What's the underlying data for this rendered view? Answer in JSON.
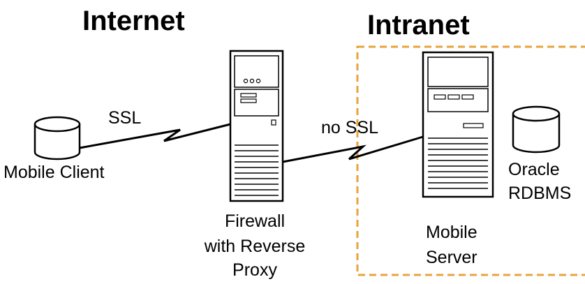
{
  "zones": {
    "internet_title": "Internet",
    "intranet_title": "Intranet"
  },
  "links": {
    "client_to_firewall": "SSL",
    "firewall_to_server": "no SSL"
  },
  "nodes": {
    "mobile_client": "Mobile Client",
    "firewall": [
      "Firewall",
      "with Reverse",
      "Proxy"
    ],
    "mobile_server": [
      "Mobile",
      "Server"
    ],
    "database": [
      "Oracle",
      "RDBMS"
    ]
  },
  "colors": {
    "intranet_border": "#E8A33C",
    "stroke": "#000000",
    "fill": "#ffffff"
  },
  "icons": {
    "mobile_client": "database-cylinder-icon",
    "firewall": "server-tower-icon",
    "mobile_server": "server-tower-icon",
    "database": "database-cylinder-icon"
  }
}
